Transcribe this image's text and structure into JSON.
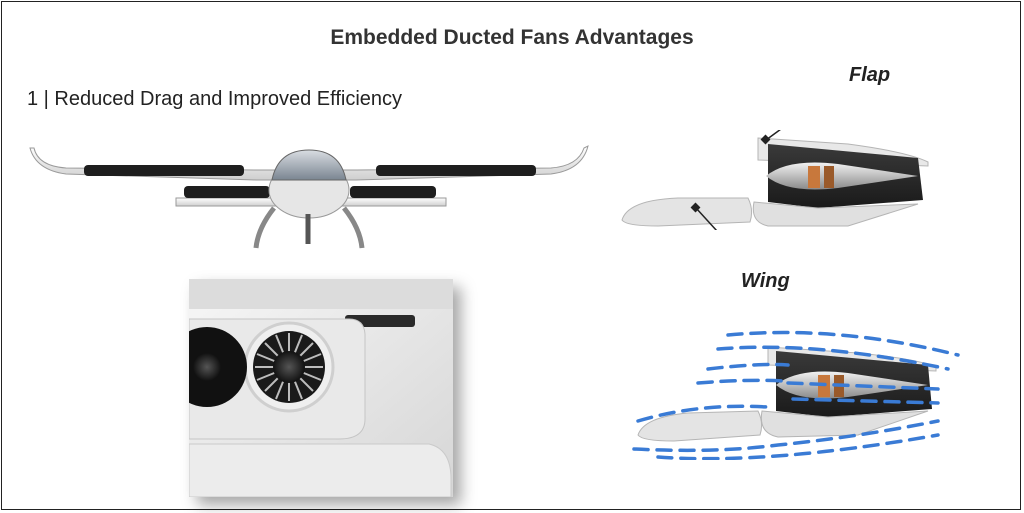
{
  "slide": {
    "title": "Embedded Ducted Fans Advantages",
    "subtitle": "1 | Reduced Drag and Improved Efficiency"
  },
  "callouts": {
    "flap": "Flap",
    "wing": "Wing"
  },
  "colors": {
    "airflow": "#3a7bd5",
    "body_light": "#f0f0f0",
    "fan_dark": "#1e1e1e",
    "copper": "#c8783c"
  }
}
